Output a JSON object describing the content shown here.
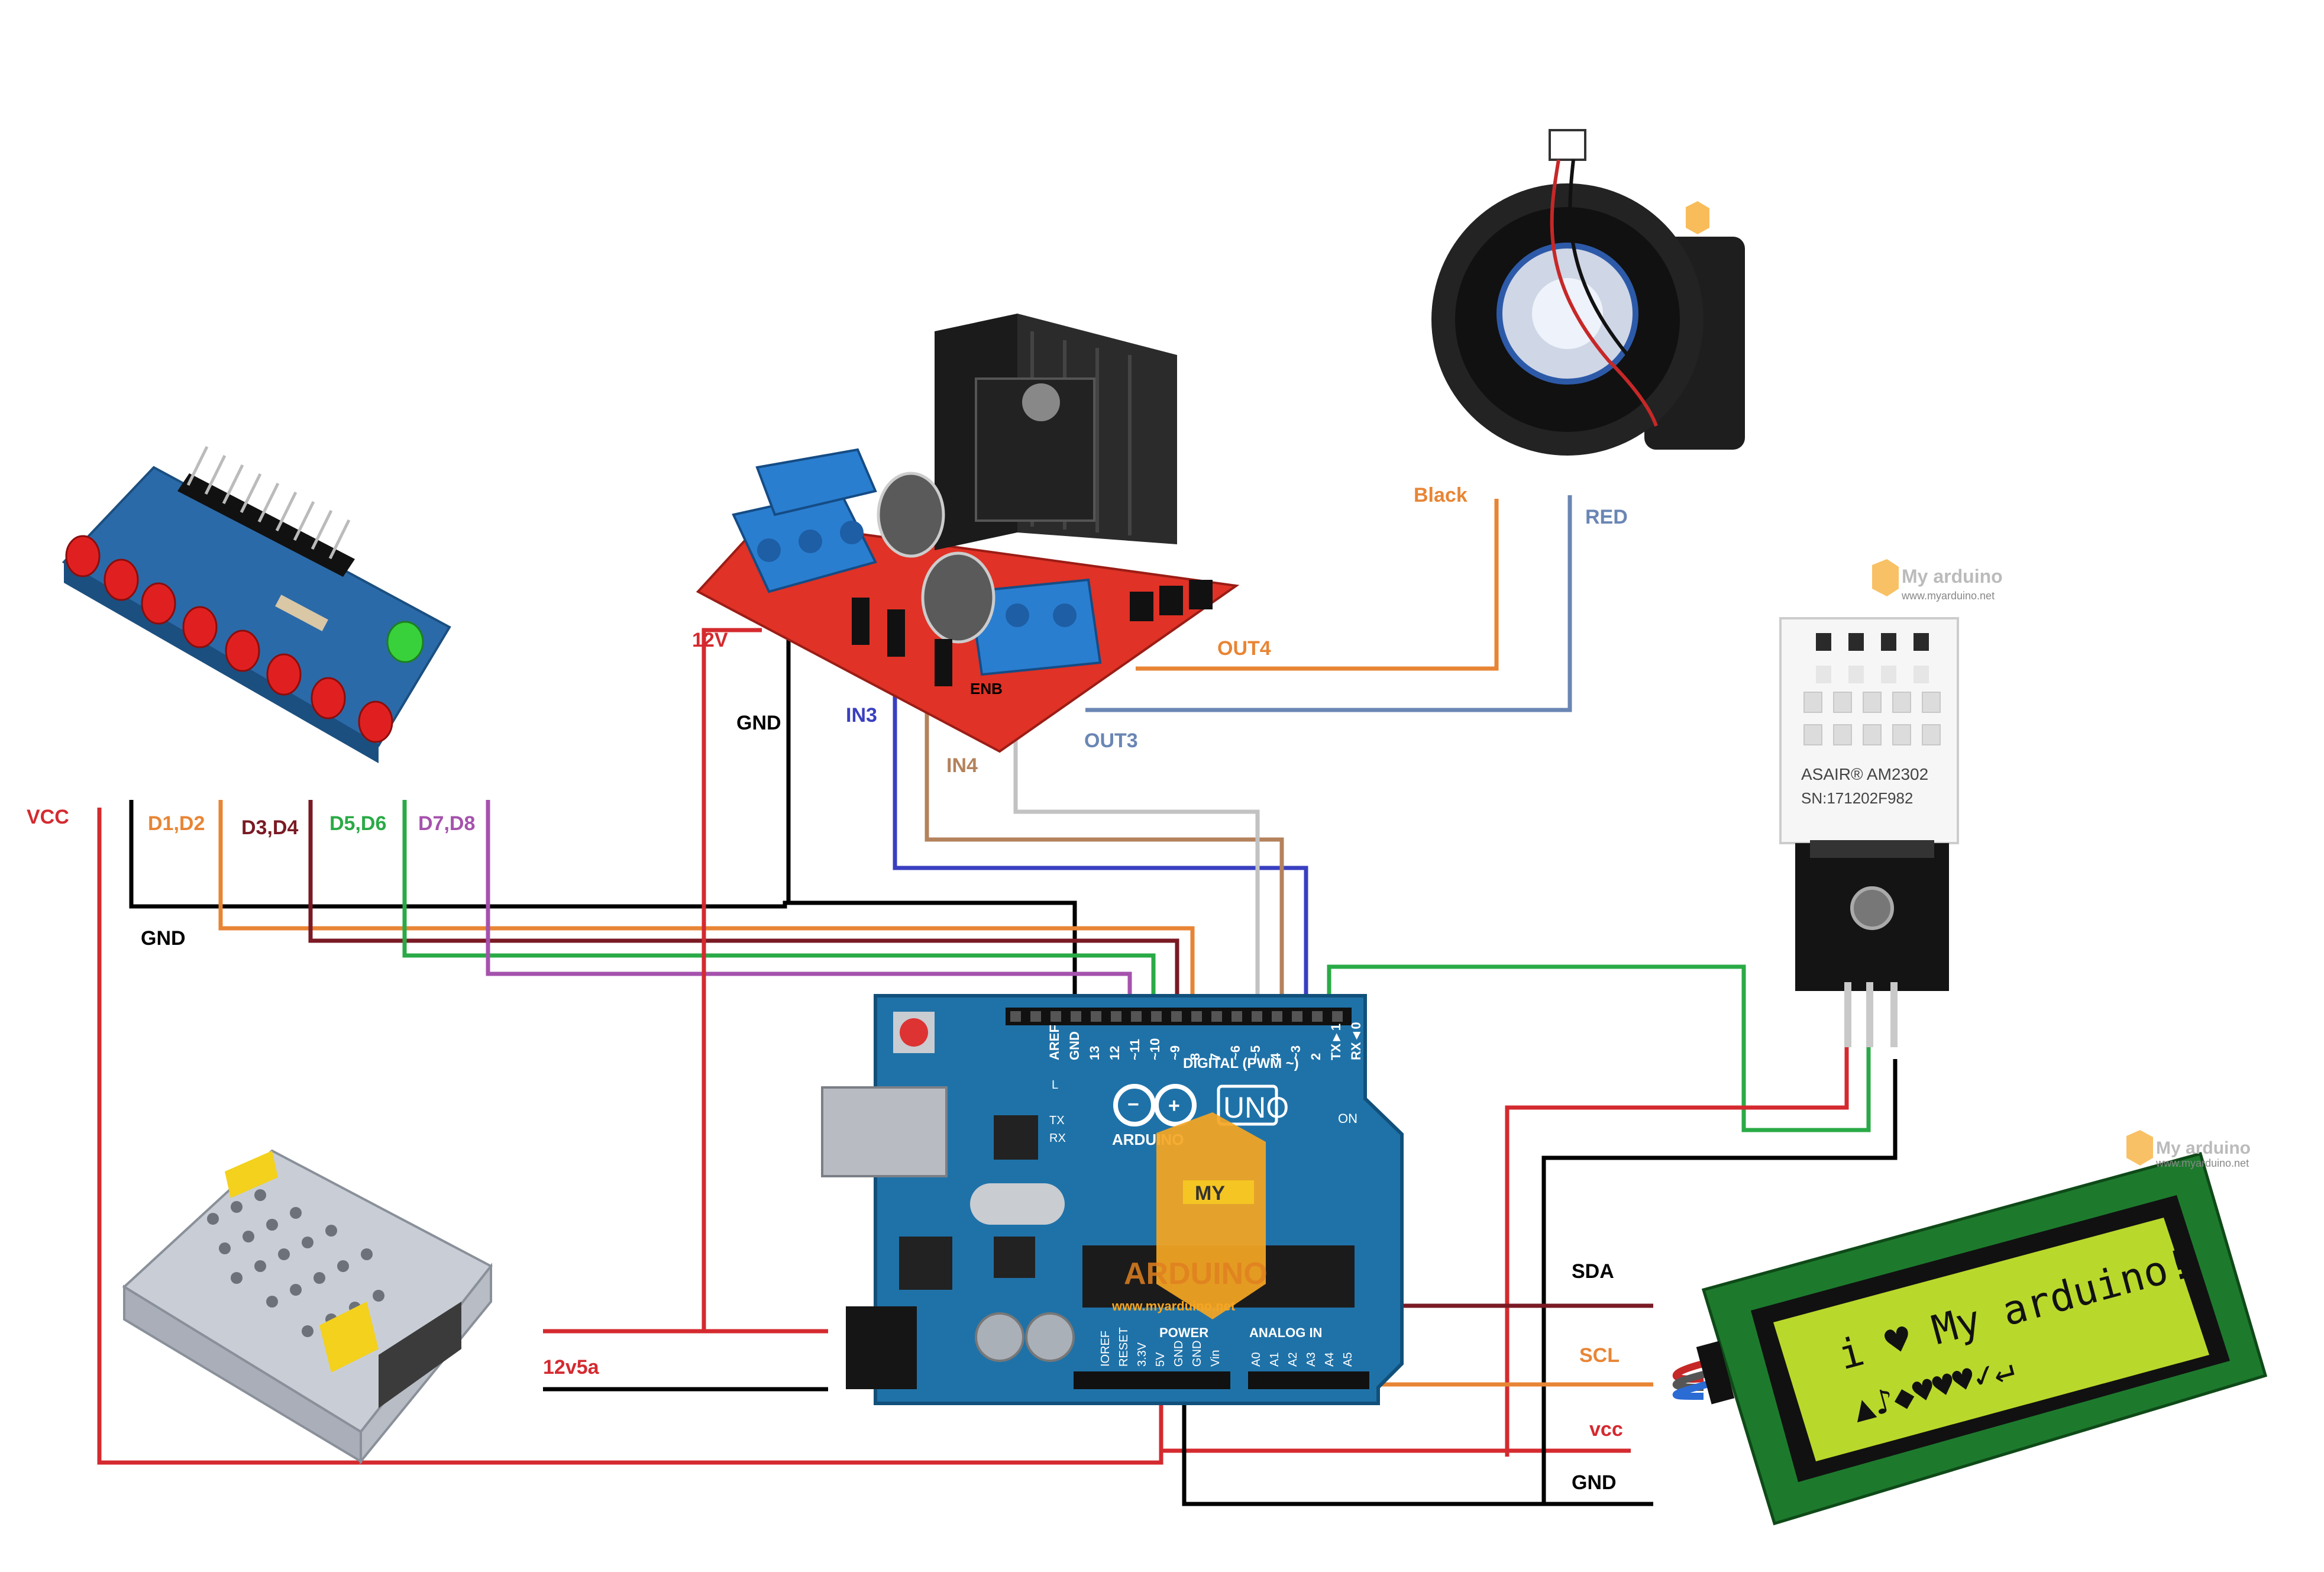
{
  "watermarks": {
    "brand": "My arduino",
    "site": "www.myarduino.net",
    "logo_top": "MY",
    "logo_bottom": "ARDUINO"
  },
  "arduino": {
    "model": "UNO",
    "brand": "ARDUINO",
    "digital_label": "DIGITAL (PWM ~)",
    "power_label": "POWER",
    "analog_label": "ANALOG IN",
    "on_label": "ON",
    "tx_label": "TX",
    "rx_label": "RX",
    "l_label": "L",
    "digital_pins": [
      "AREF",
      "GND",
      "13",
      "12",
      "~11",
      "~10",
      "~9",
      "8",
      "7",
      "~6",
      "~5",
      "4",
      "~3",
      "2",
      "TX►1",
      "RX◄0"
    ],
    "power_pins": [
      "IOREF",
      "RESET",
      "3.3V",
      "5V",
      "GND",
      "GND",
      "Vin"
    ],
    "analog_pins": [
      "A0",
      "A1",
      "A2",
      "A3",
      "A4",
      "A5"
    ]
  },
  "lcd": {
    "line1": "i ♥ My arduino!",
    "line2": "▲♪◆♥♥♥✓↵"
  },
  "dht": {
    "label1": "ASAIR® AM2302",
    "label2": "SN:171202F982"
  },
  "labels": {
    "black": "Black",
    "red": "RED",
    "out4": "OUT4",
    "out3": "OUT3",
    "v12": "12V",
    "gnd_driver": "GND",
    "in3": "IN3",
    "in4": "IN4",
    "enb": "ENB",
    "vcc_left": "VCC",
    "d1d2": "D1,D2",
    "d3d4": "D3,D4",
    "d5d6": "D5,D6",
    "d7d8": "D7,D8",
    "gnd_left": "GND",
    "v12v5a": "12v5a",
    "sda": "SDA",
    "scl": "SCL",
    "vcc_lcd": "vcc",
    "gnd_lcd": "GND"
  },
  "colors": {
    "vcc": "#d42a2f",
    "ground": "#000000",
    "d1d2": "#e88535",
    "d3d4": "#7a1a24",
    "d5d6": "#2aaa46",
    "d7d8": "#a552ad",
    "in3": "#3a3fc0",
    "in4": "#b4825c",
    "enb": "#c2c2c2",
    "out4": "#e88535",
    "out3": "#6a86b4",
    "arduino_board": "#1f72a8",
    "lcd_screen": "#b9d82c",
    "driver_board": "#e03226",
    "terminal_blue": "#2a7ed0"
  }
}
